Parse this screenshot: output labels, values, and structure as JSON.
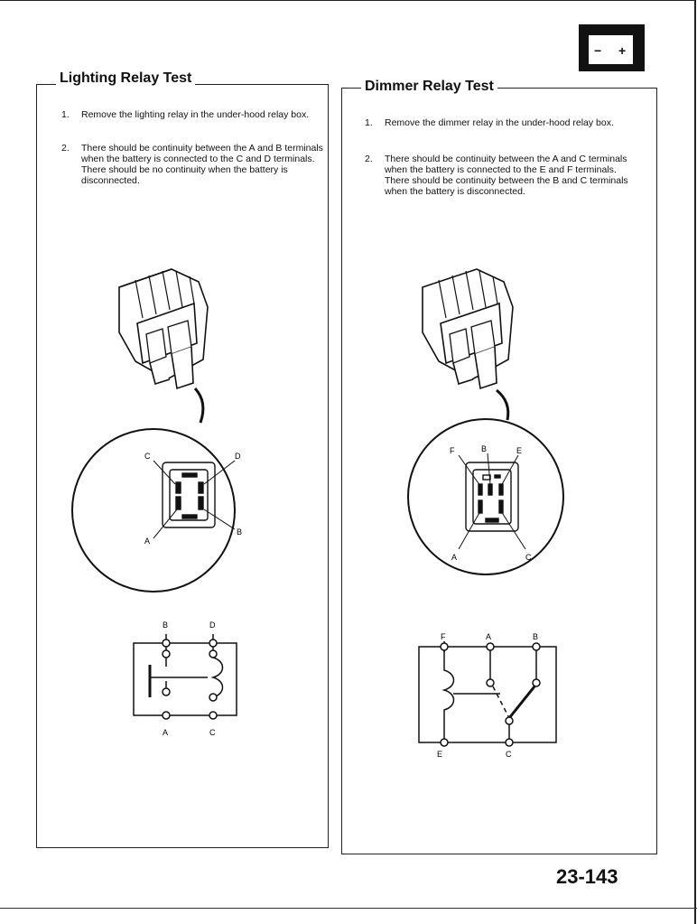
{
  "page": {
    "number": "23-143"
  },
  "battery_icon": {
    "minus": "−",
    "plus": "+"
  },
  "lighting": {
    "title": "Lighting Relay Test",
    "steps": [
      {
        "num": "1.",
        "text": "Remove the lighting relay in the under-hood relay box."
      },
      {
        "num": "2.",
        "text": "There should be continuity between the A and B terminals when the battery is connected to the C and D terminals. There should be no continuity when the battery is disconnected."
      }
    ],
    "connector_labels": {
      "c": "C",
      "d": "D",
      "a": "A",
      "b": "B"
    },
    "schematic_labels": {
      "b": "B",
      "d": "D",
      "a": "A",
      "c": "C"
    }
  },
  "dimmer": {
    "title": "Dimmer Relay Test",
    "steps": [
      {
        "num": "1.",
        "text": "Remove the dimmer relay in the under-hood relay box."
      },
      {
        "num": "2.",
        "text": "There should be continuity between the A and C terminals when the battery is connected to the E and F terminals. There should be continuity between the B and C terminals when the battery is disconnected."
      }
    ],
    "connector_labels": {
      "f": "F",
      "b": "B",
      "e": "E",
      "a": "A",
      "c": "C"
    },
    "schematic_labels": {
      "f": "F",
      "a": "A",
      "b": "B",
      "e": "E",
      "c": "C"
    }
  }
}
